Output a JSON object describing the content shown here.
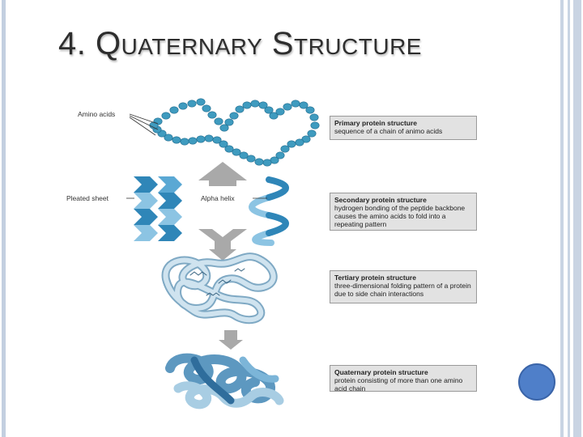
{
  "slide": {
    "title": "4. Quaternary Structure"
  },
  "labels": {
    "amino_acids": "Amino acids",
    "pleated_sheet": "Pleated sheet",
    "alpha_helix": "Alpha helix"
  },
  "boxes": [
    {
      "title": "Primary protein structure",
      "body": "sequence of a chain of animo acids"
    },
    {
      "title": "Secondary protein structure",
      "body": "hydrogen bonding of the peptide backbone causes the amino acids to fold into a repeating pattern"
    },
    {
      "title": "Tertiary protein structure",
      "body": "three-dimensional folding pattern of a protein due to side chain interactions"
    },
    {
      "title": "Quaternary protein structure",
      "body": "protein consisting of more than one amino acid chain"
    }
  ],
  "colors": {
    "bead": "#3f9bbf",
    "sheet_dark": "#2f86b8",
    "sheet_light": "#8cc4e3",
    "arrow": "#a9a9a9",
    "accent_circle": "#4f7fc9"
  }
}
